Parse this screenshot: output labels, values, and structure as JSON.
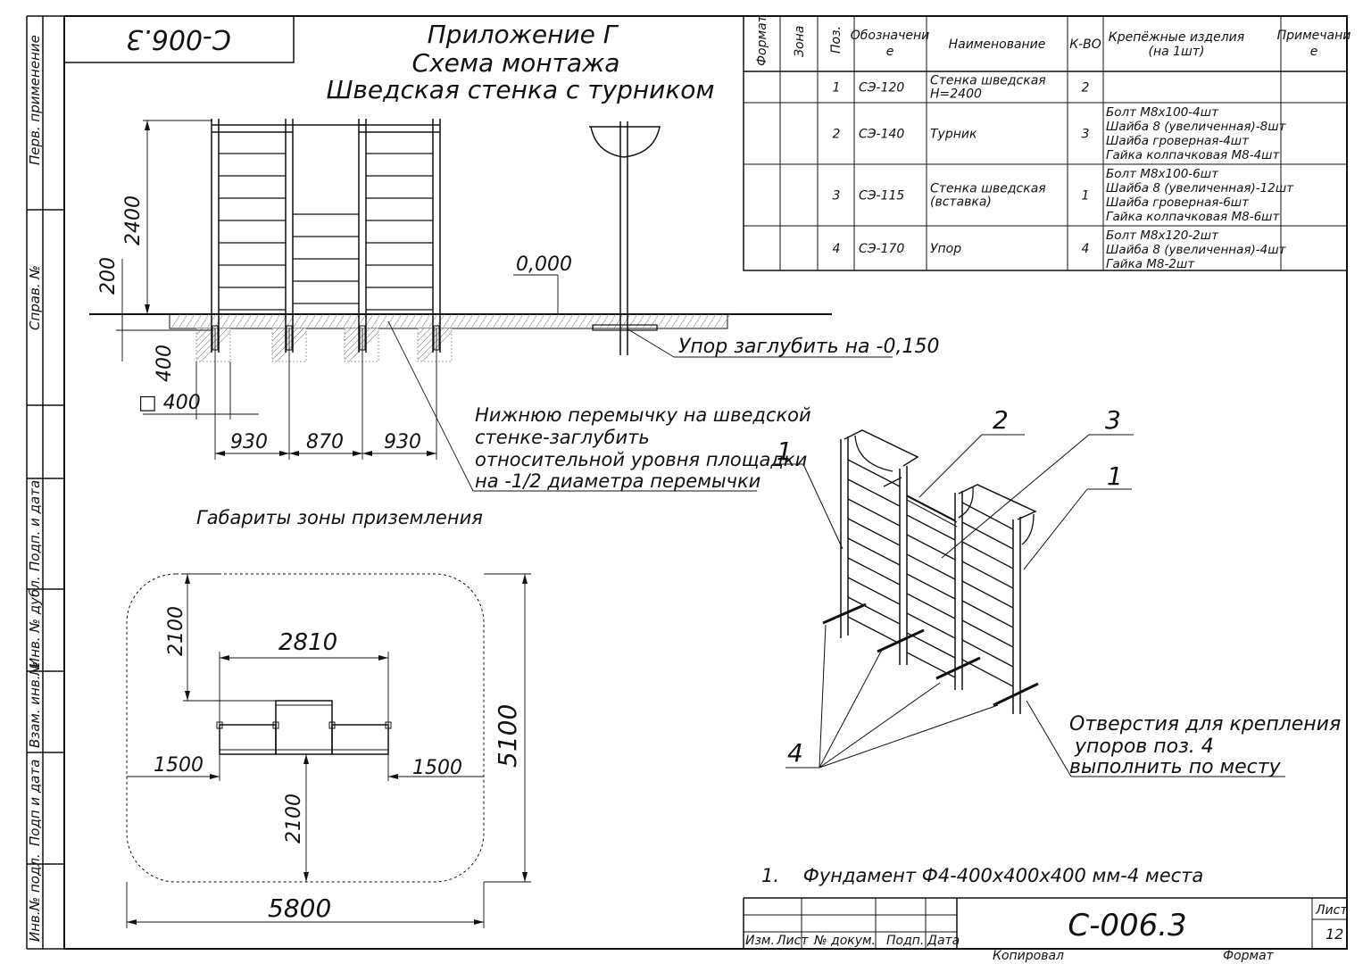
{
  "doc_code_rotated": "С-006.3",
  "title": {
    "line1": "Приложение Г",
    "line2": "Схема монтажа",
    "line3": "Шведская стенка с турником"
  },
  "side_labels": [
    "Перв. применение",
    "Справ. №",
    "Подп. и дата",
    "Инв. № дубл.",
    "Взам. инв.№",
    "Подп и дата",
    "Инв.№ подл."
  ],
  "spec_table": {
    "headers": [
      "Формат",
      "Зона",
      "Поз.",
      "Обозначени е",
      "Наименование",
      "К-ВО",
      "Крепёжные изделия (на 1шт)",
      "Примечани е"
    ],
    "rows": [
      {
        "pos": "1",
        "code": "СЭ-120",
        "name": [
          "Стенка шведская",
          "Н=2400"
        ],
        "qty": "2",
        "fasteners": []
      },
      {
        "pos": "2",
        "code": "СЭ-140",
        "name": [
          "Турник"
        ],
        "qty": "3",
        "fasteners": [
          "Болт М8х100-4шт",
          "Шайба 8 (увеличенная)-8шт",
          "Шайба гроверная-4шт",
          "Гайка колпачковая М8-4шт"
        ]
      },
      {
        "pos": "3",
        "code": "СЭ-115",
        "name": [
          "Стенка шведская",
          "(вставка)"
        ],
        "qty": "1",
        "fasteners": [
          "Болт М8х100-6шт",
          "Шайба 8 (увеличенная)-12шт",
          "Шайба гроверная-6шт",
          "Гайка колпачковая М8-6шт"
        ]
      },
      {
        "pos": "4",
        "code": "СЭ-170",
        "name": [
          "Упор"
        ],
        "qty": "4",
        "fasteners": [
          "Болт М8х120-2шт",
          "Шайба 8 (увеличенная)-4шт",
          "Гайка М8-2шт"
        ]
      }
    ]
  },
  "elevation": {
    "dim_2400": "2400",
    "dim_200": "200",
    "dim_400": "400",
    "dim_sq400": "□ 400",
    "level_mark": "0,000",
    "upor_note": "Упор заглубить на -0,150",
    "spans": [
      "930",
      "870",
      "930"
    ]
  },
  "note_lintel": [
    "Нижнюю перемычку на шведской",
    "стенке-заглубить",
    "относительной уровня площадки",
    "на -1/2 диаметра перемычки"
  ],
  "landing_zone": {
    "title": "Габариты зоны приземления",
    "dim_top": "2100",
    "dim_width_eq": "2810",
    "dim_left": "1500",
    "dim_right": "1500",
    "dim_bottom": "2100",
    "dim_height": "5100",
    "dim_width": "5800"
  },
  "iso_callouts": {
    "c1a": "1",
    "c2": "2",
    "c3": "3",
    "c1b": "1",
    "c4": "4"
  },
  "holes_note": [
    "Отверстия для крепления",
    "упоров поз. 4",
    "выполнить по месту"
  ],
  "foundation_note": "1.    Фундамент Ф4-400х400х400 мм-4 места",
  "title_block": {
    "code": "С-006.3",
    "sheet_label": "Лист",
    "sheet_num": "12",
    "cols": [
      "Изм.",
      "Лист",
      "№ докум.",
      "Подп.",
      "Дата"
    ],
    "copied": "Копировал",
    "format": "Формат"
  }
}
